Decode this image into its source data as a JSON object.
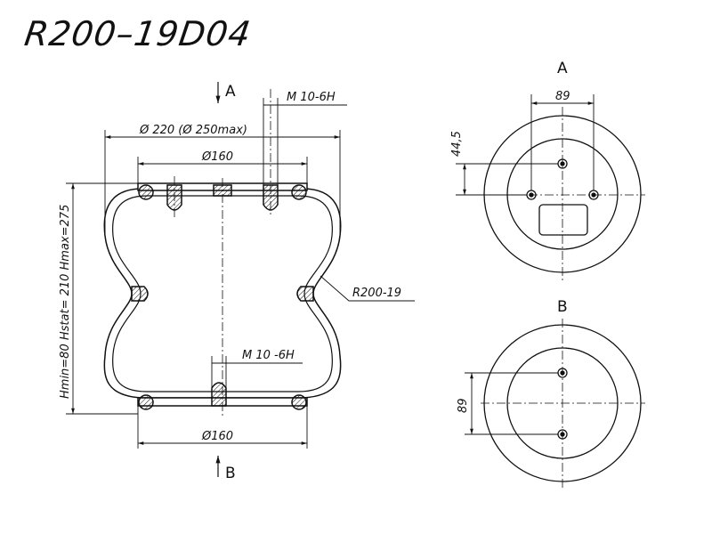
{
  "title": "R200–19D04",
  "side_view": {
    "view_a_marker": "A",
    "view_b_marker": "B",
    "thread_top": "M 10-6H",
    "thread_bottom": "M 10 -6H",
    "outer_diameter": "Ø 220 (Ø 250max)",
    "top_plate_diameter": "Ø160",
    "bottom_plate_diameter": "Ø160",
    "height_label": "Hmin=80  Hstat= 210  Hmax=275",
    "bellow_label": "R200-19"
  },
  "view_a": {
    "label": "A",
    "hole_spacing": "89",
    "offset": "44,5"
  },
  "view_b": {
    "label": "B",
    "hole_spacing": "89"
  }
}
